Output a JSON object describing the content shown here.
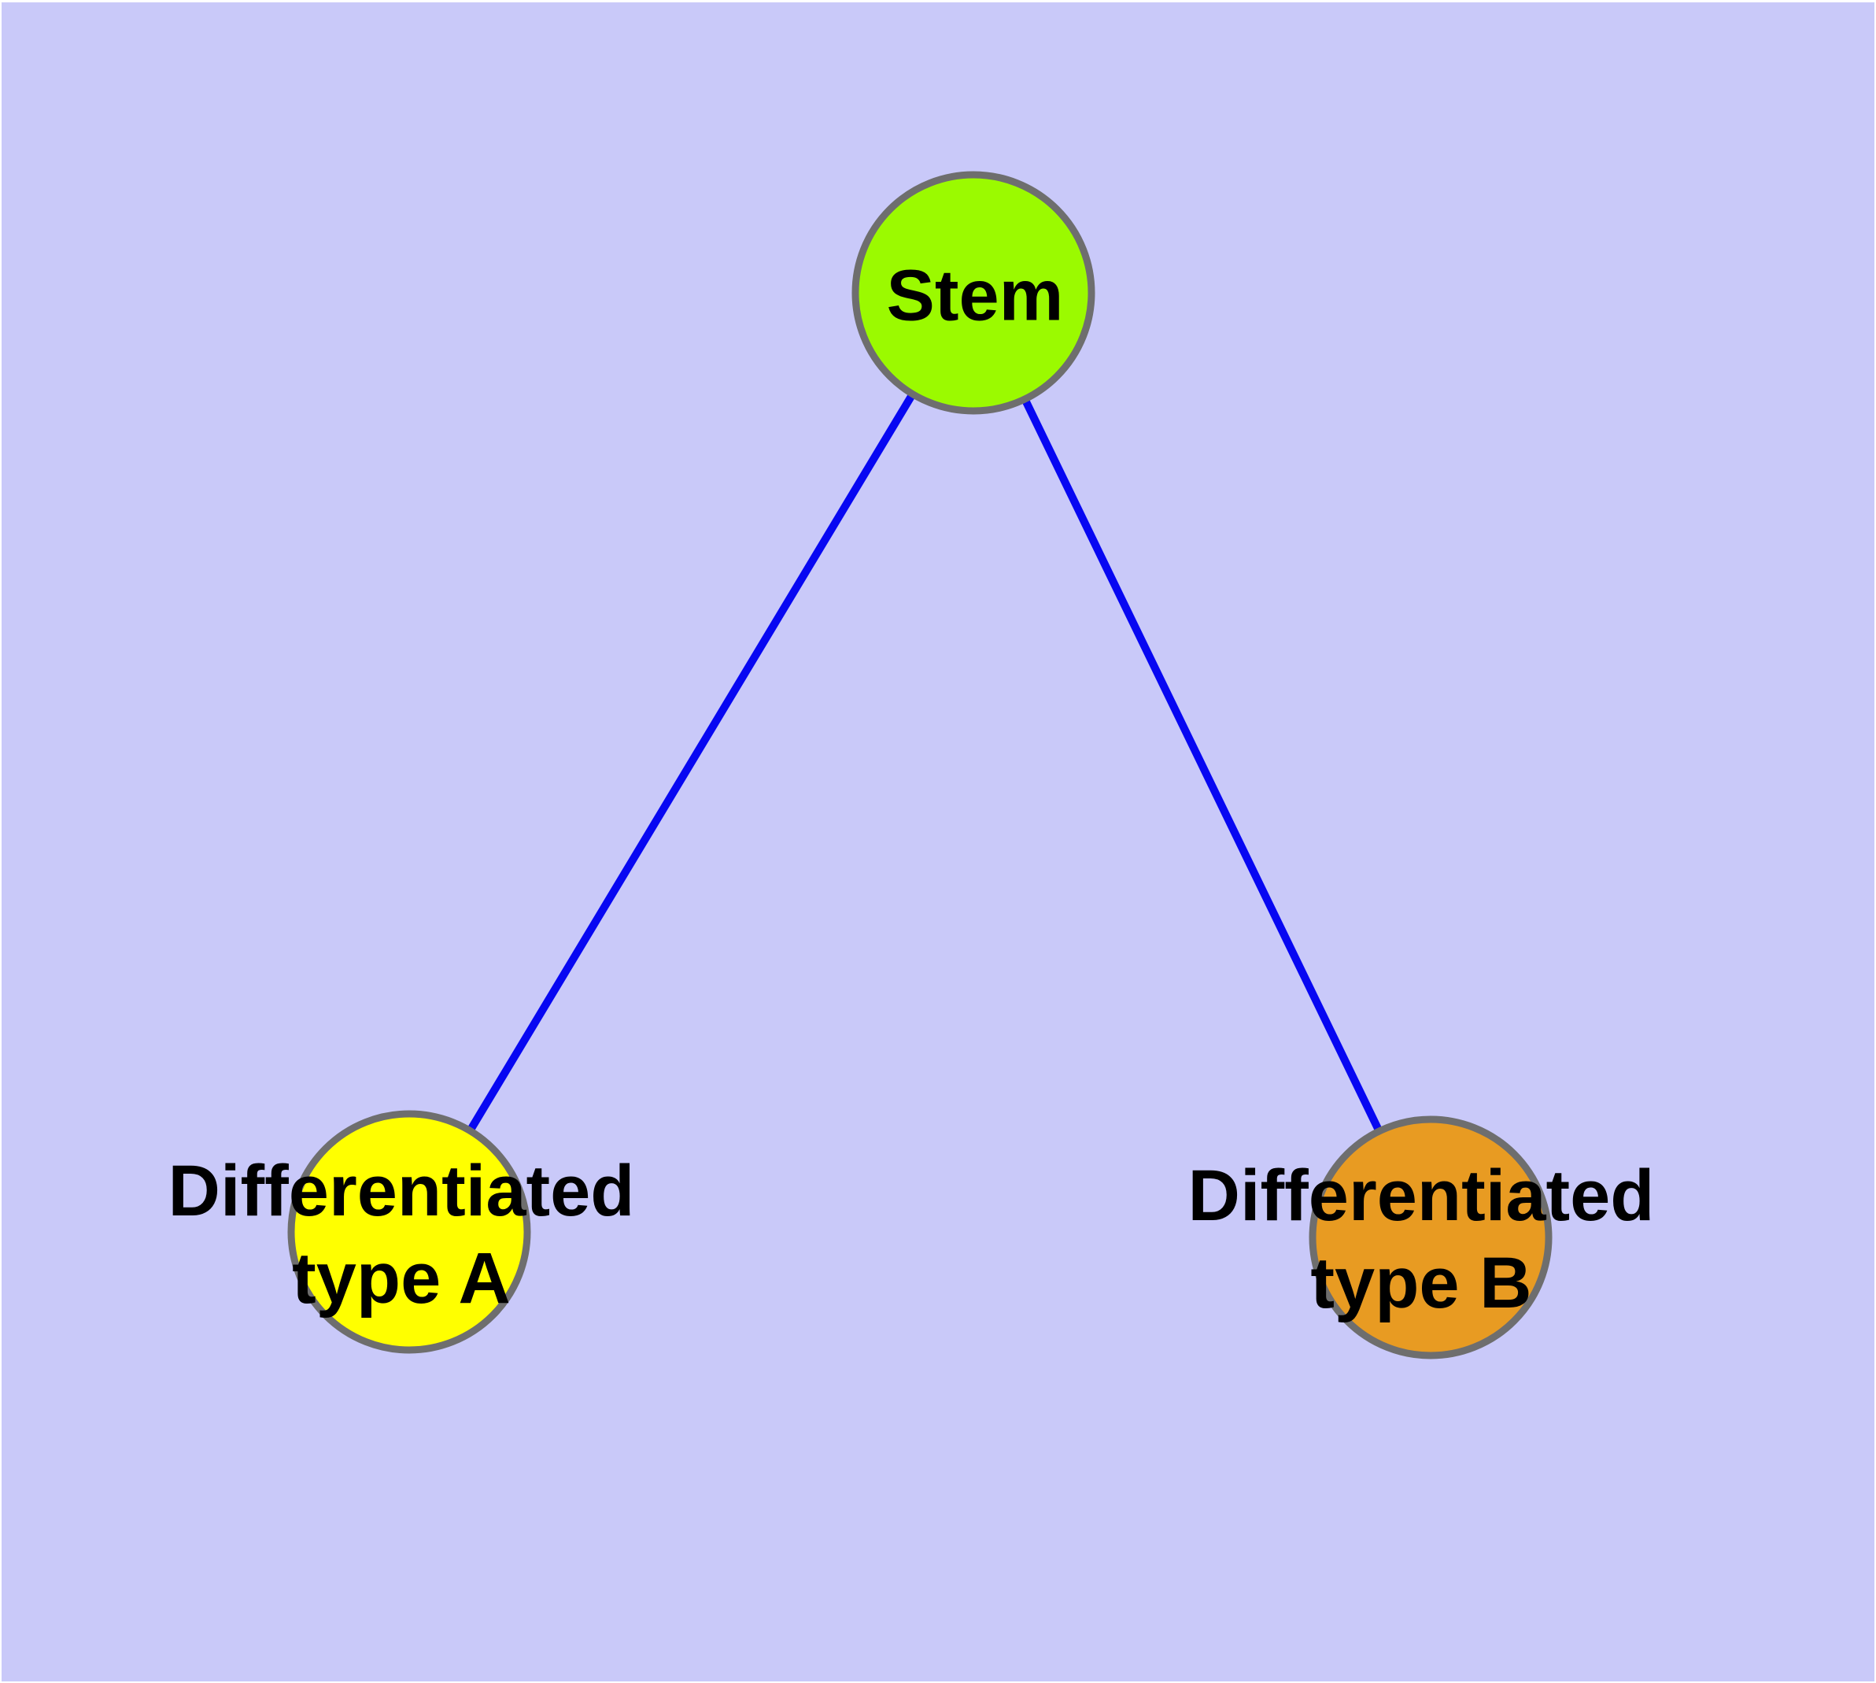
{
  "diagram": {
    "background_color": "#c9c9f9",
    "edge_color": "#0707f2",
    "node_stroke_color": "#6e6e6e",
    "text_color": "#000000",
    "nodes": {
      "stem": {
        "label": "Stem",
        "fill": "#9bfa00"
      },
      "type_a": {
        "label_line1": "Differentiated",
        "label_line2": "type A",
        "fill": "#ffff00"
      },
      "type_b": {
        "label_line1": "Differentiated",
        "label_line2": "type B",
        "fill": "#e89b22"
      }
    },
    "edges": [
      {
        "from": "stem",
        "to": "type_a"
      },
      {
        "from": "stem",
        "to": "type_b"
      }
    ]
  }
}
